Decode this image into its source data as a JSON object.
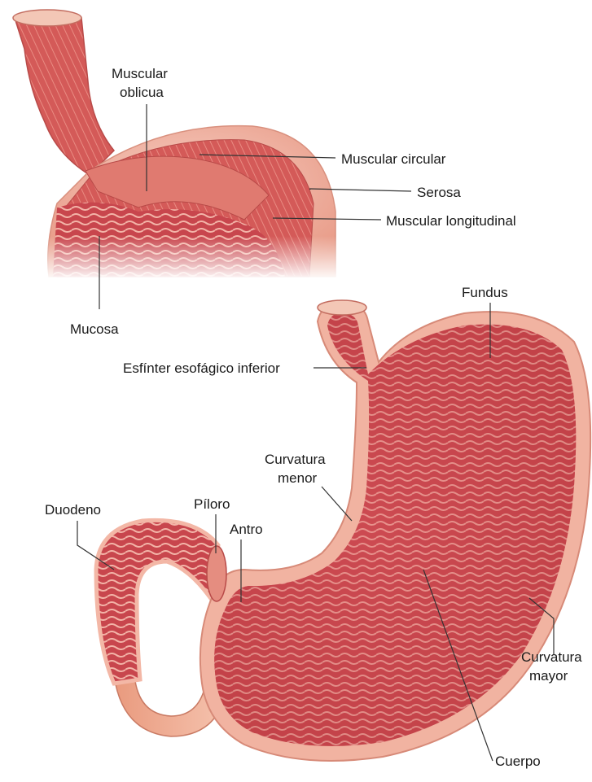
{
  "labels": {
    "muscular_oblicua_1": "Muscular",
    "muscular_oblicua_2": "oblicua",
    "muscular_circular": "Muscular circular",
    "serosa": "Serosa",
    "muscular_longitudinal": "Muscular longitudinal",
    "mucosa": "Mucosa",
    "fundus": "Fundus",
    "esfinter": "Esfínter esofágico inferior",
    "curvatura_menor_1": "Curvatura",
    "curvatura_menor_2": "menor",
    "duodeno": "Duodeno",
    "piloro": "Píloro",
    "antro": "Antro",
    "curvatura_mayor_1": "Curvatura",
    "curvatura_mayor_2": "mayor",
    "cuerpo": "Cuerpo"
  },
  "colors": {
    "outer_wall": "#f2b9a5",
    "muscle": "#d9605b",
    "muscle_dark": "#b3383a",
    "mucosa_light": "#f7cfc4",
    "lumen": "#c9444a",
    "duodenum_tube": "#f0a98c"
  }
}
